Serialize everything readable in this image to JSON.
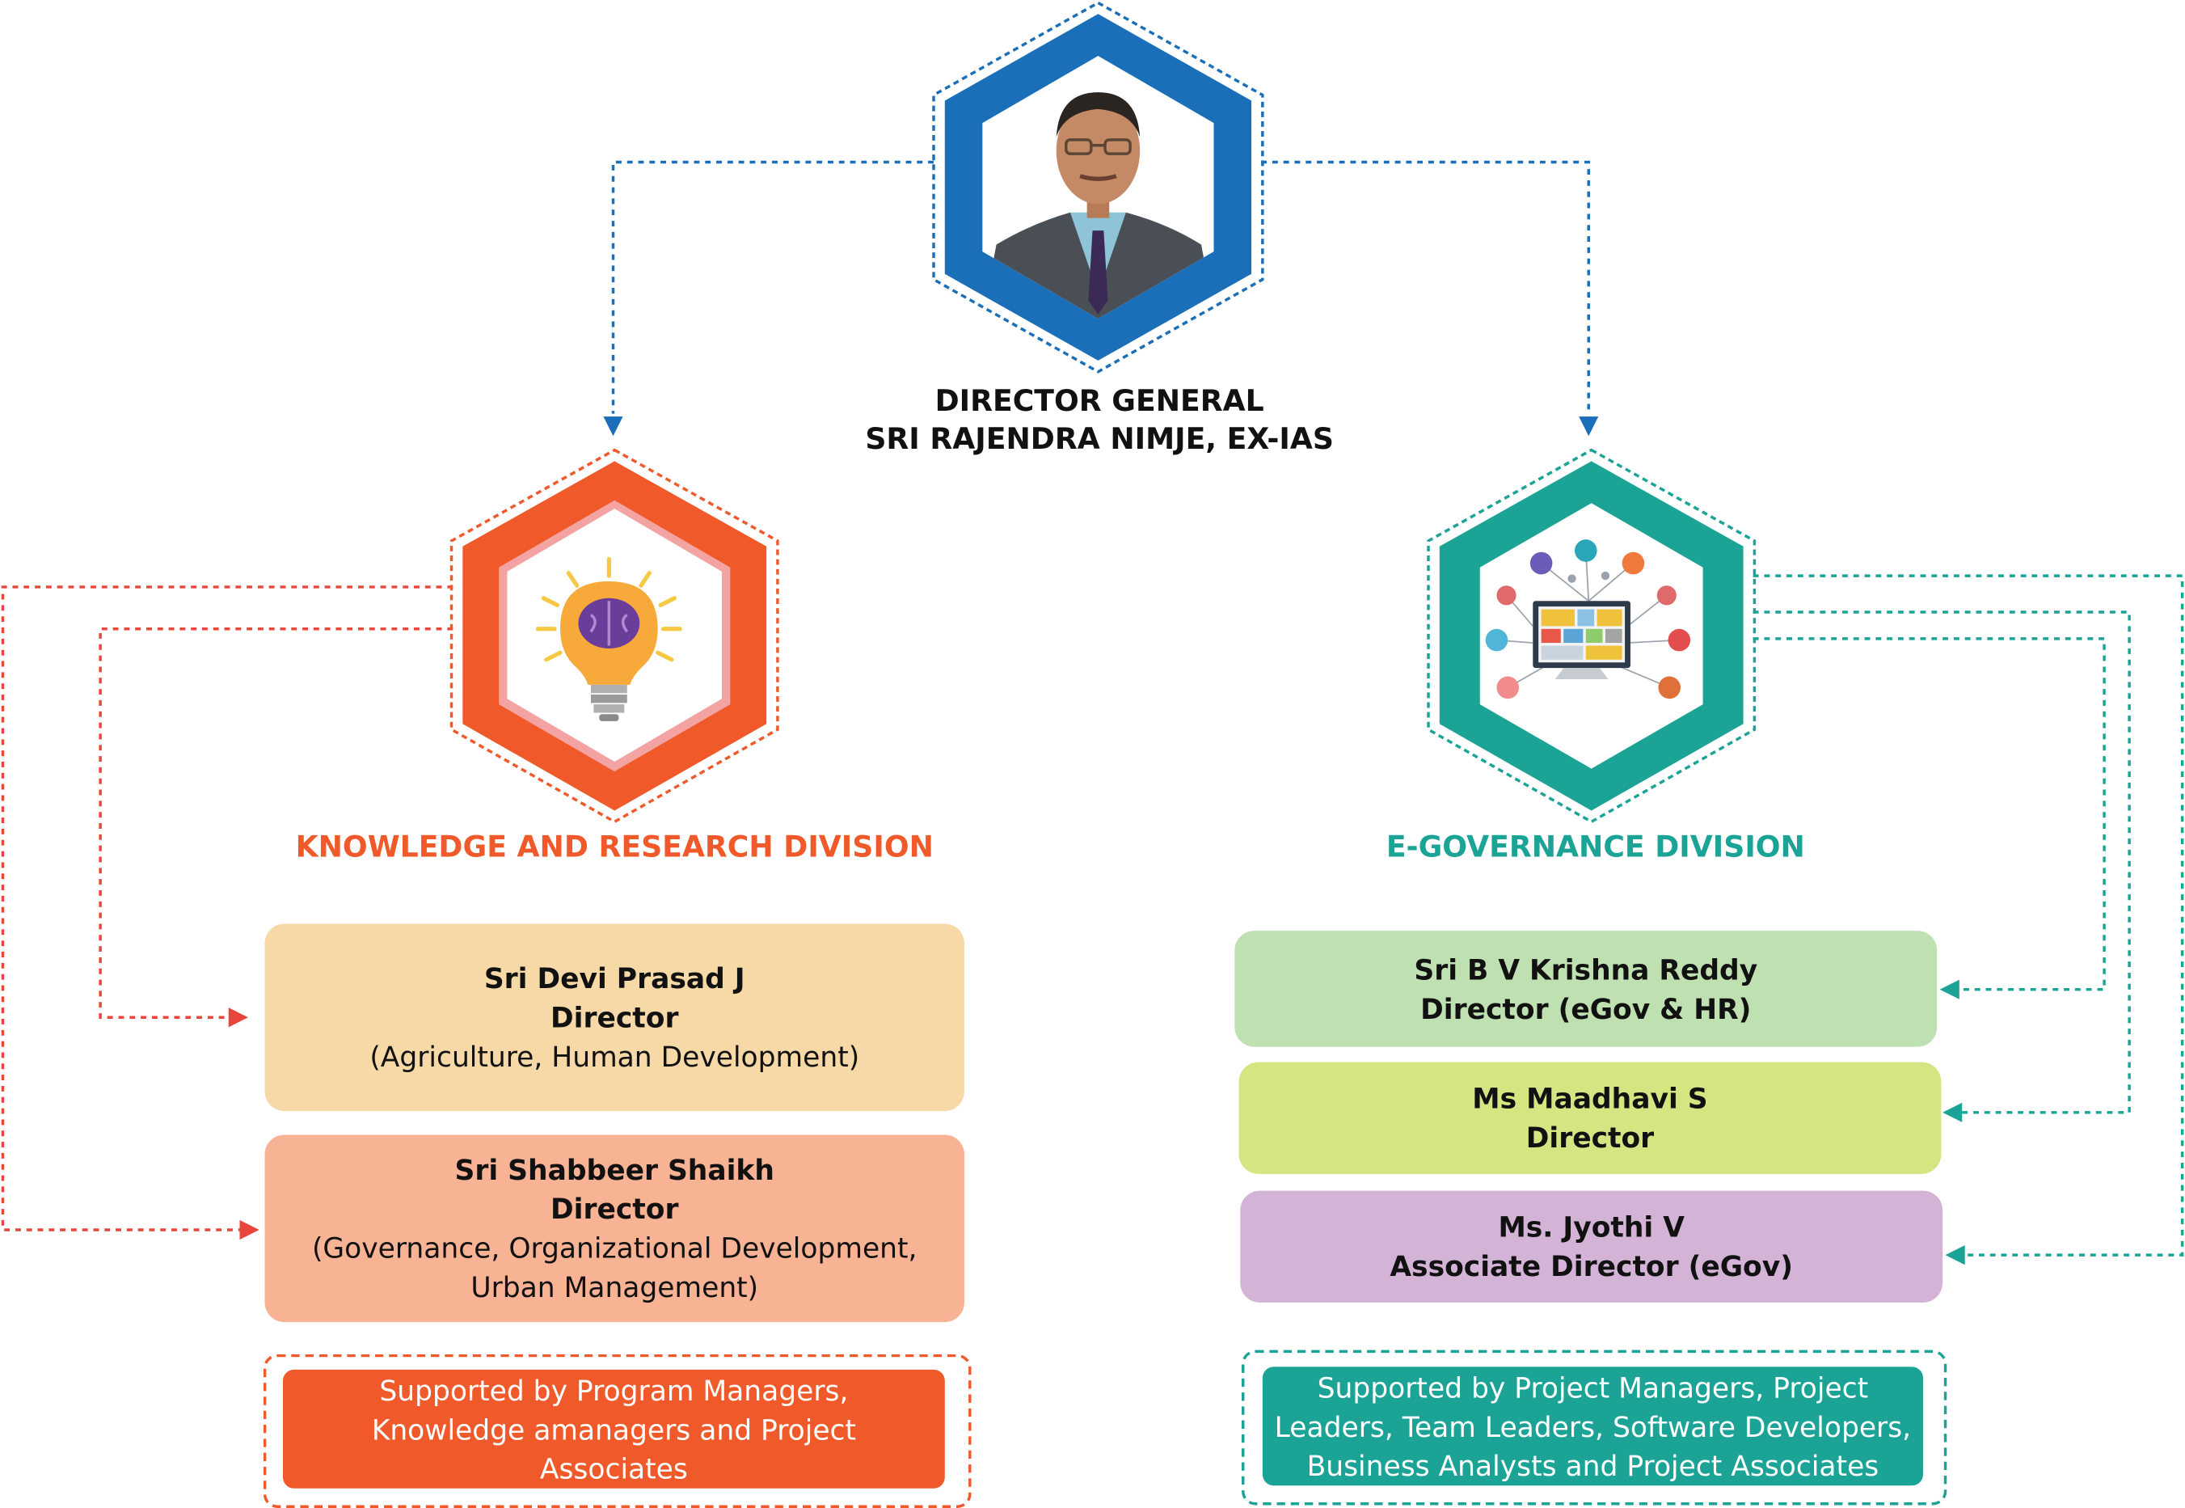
{
  "colors": {
    "dg_blue": "#1a6fb8",
    "krd_orange": "#f05a2b",
    "krd_pink": "#f4a3a3",
    "egov_teal": "#1ba396",
    "box_tan": "#f7d9a8",
    "box_salmon": "#f8b294",
    "box_green": "#bfe0b1",
    "box_lime": "#d6e582",
    "box_lilac": "#d3b3d6",
    "arrow_blue": "#1a6fb8",
    "arrow_red": "#e8453b",
    "arrow_teal": "#1ba396"
  },
  "director_general": {
    "title": "DIRECTOR GENERAL",
    "name": "SRI RAJENDRA NIMJE, EX-IAS",
    "image": "portrait-photo"
  },
  "knowledge_division": {
    "title": "KNOWLEDGE AND RESEARCH DIVISION",
    "icon": "lightbulb-brain-icon",
    "members": [
      {
        "name": "Sri Devi Prasad J",
        "role": "Director",
        "area": "(Agriculture, Human Development)"
      },
      {
        "name": "Sri Shabbeer Shaikh",
        "role": "Director",
        "area": "(Governance, Organizational Development, Urban Management)"
      }
    ],
    "support": "Supported by Program Managers, Knowledge amanagers and Project Associates"
  },
  "egov_division": {
    "title": "E-GOVERNANCE DIVISION",
    "icon": "digital-network-monitor-icon",
    "members": [
      {
        "name": "Sri B V Krishna Reddy",
        "role": "Director (eGov & HR)"
      },
      {
        "name": "Ms Maadhavi S",
        "role": "Director"
      },
      {
        "name": "Ms. Jyothi V",
        "role": "Associate Director (eGov)"
      }
    ],
    "support": "Supported by Project Managers, Project Leaders, Team Leaders, Software Developers, Business Analysts and Project Associates"
  }
}
